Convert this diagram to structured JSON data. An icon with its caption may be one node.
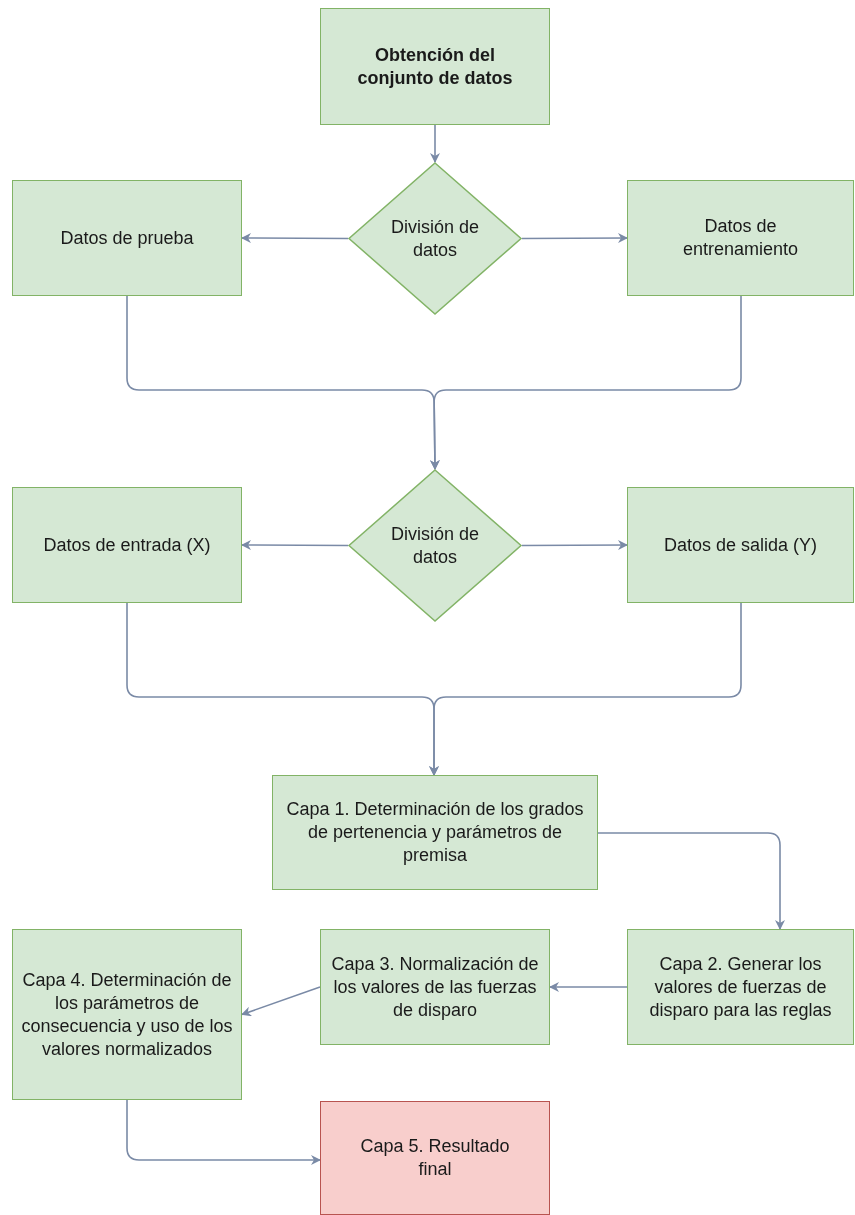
{
  "diagram": {
    "nodes": [
      {
        "text": [
          "Obtención del conjunto de datos"
        ]
      },
      {
        "text": [
          "Datos de prueba"
        ]
      },
      {
        "text": [
          "División de datos"
        ]
      },
      {
        "text": [
          "Datos de entrenamiento"
        ]
      },
      {
        "text": [
          "Datos de entrada (X)"
        ]
      },
      {
        "text": [
          "División de datos"
        ]
      },
      {
        "text": [
          "Datos de salida (Y)"
        ]
      },
      {
        "text": [
          "Capa 1. Determinación de los grados de pertenencia y parámetros de premisa"
        ]
      },
      {
        "text": [
          "Capa 2. Generar los valores de fuerzas de disparo para las reglas"
        ]
      },
      {
        "text": [
          "Capa 3. Normalización de los valores de las fuerzas de disparo"
        ]
      },
      {
        "text": [
          "Capa 4. Determinación de los parámetros de consecuencia y uso de los valores normalizados"
        ]
      },
      {
        "text": [
          "Capa 5. Resultado final"
        ]
      }
    ],
    "edges": [
      {
        "from": 0,
        "to": 2,
        "arrow": "to"
      },
      {
        "from": 2,
        "to": 1,
        "arrow": "to"
      },
      {
        "from": 2,
        "to": 3,
        "arrow": "to"
      },
      {
        "from": 1,
        "to": 5,
        "arrow": "to"
      },
      {
        "from": 3,
        "to": 5,
        "arrow": "to"
      },
      {
        "from": 5,
        "to": 4,
        "arrow": "to"
      },
      {
        "from": 5,
        "to": 6,
        "arrow": "to"
      },
      {
        "from": 4,
        "to": 7,
        "arrow": "to"
      },
      {
        "from": 6,
        "to": 7,
        "arrow": "to"
      },
      {
        "from": 7,
        "to": 8,
        "arrow": "to"
      },
      {
        "from": 8,
        "to": 9,
        "arrow": "to"
      },
      {
        "from": 9,
        "to": 10,
        "arrow": "to"
      },
      {
        "from": 10,
        "to": 11,
        "arrow": "to"
      }
    ]
  }
}
